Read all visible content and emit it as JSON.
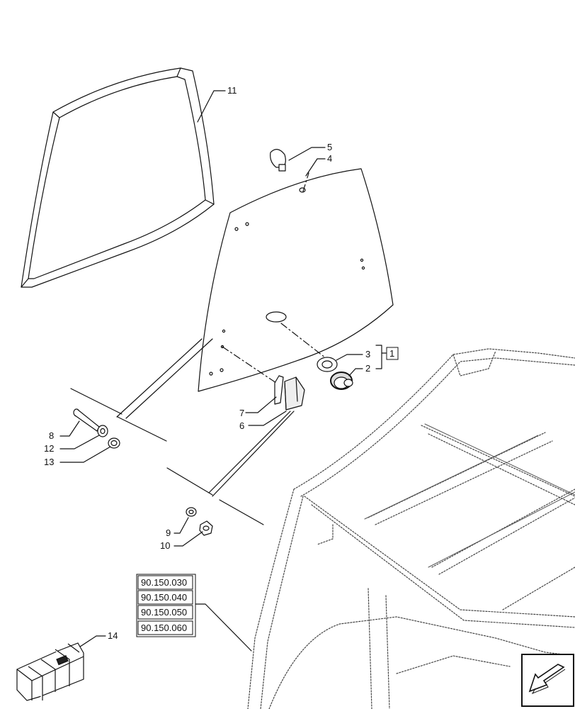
{
  "callouts": {
    "c1": "1",
    "c2": "2",
    "c3": "3",
    "c4": "4",
    "c5": "5",
    "c6": "6",
    "c7": "7",
    "c8": "8",
    "c9": "9",
    "c10": "10",
    "c11": "11",
    "c12": "12",
    "c13": "13",
    "c14": "14"
  },
  "references": [
    "90.150.030",
    "90.150.040",
    "90.150.050",
    "90.150.060"
  ],
  "colors": {
    "line": "#111111",
    "fill": "#ffffff",
    "shade": "#e6e6e6"
  },
  "icons": {
    "nav": "arrow-down-left-icon",
    "kit": "crate-icon"
  }
}
